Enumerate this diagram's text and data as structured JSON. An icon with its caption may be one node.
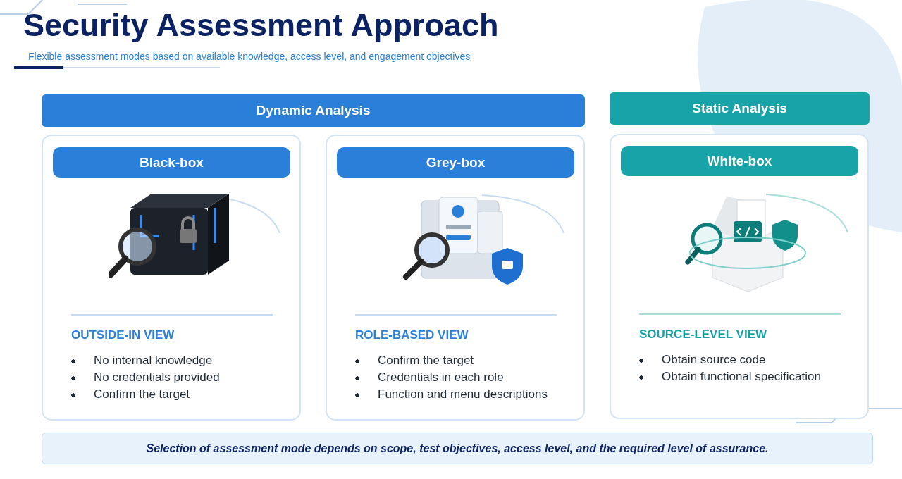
{
  "diagram": {
    "title": "Security Assessment Approach",
    "nodes": [
      {
        "text": [
          "Dynamic Analysis"
        ]
      },
      {
        "text": [
          "Static Analysis"
        ]
      },
      {
        "text": [
          "OUTSIDE-IN VIEW",
          "No internal knowledge",
          "No credentials provided",
          "Confirm the target"
        ]
      },
      {
        "text": [
          "Black-box"
        ],
        "in": 2
      },
      {
        "text": [
          "ROLE-BASED VIEW",
          "Confirm the target",
          "Credentials in each role",
          "Function and menu descriptions"
        ]
      },
      {
        "text": [
          "Grey-box"
        ],
        "in": 4
      },
      {
        "text": [
          "SOURCE-LEVEL VIEW",
          "Obtain source code",
          "Obtain functional specification"
        ]
      },
      {
        "text": [
          "White-box"
        ],
        "in": 6
      },
      {
        "text": [
          "Selection of assessment mode depends on scope, test objectives, access level, and the required level of assurance."
        ]
      }
    ],
    "labels": [
      "Flexible assessment modes based on available knowledge, access level, and engagement objectives"
    ]
  }
}
